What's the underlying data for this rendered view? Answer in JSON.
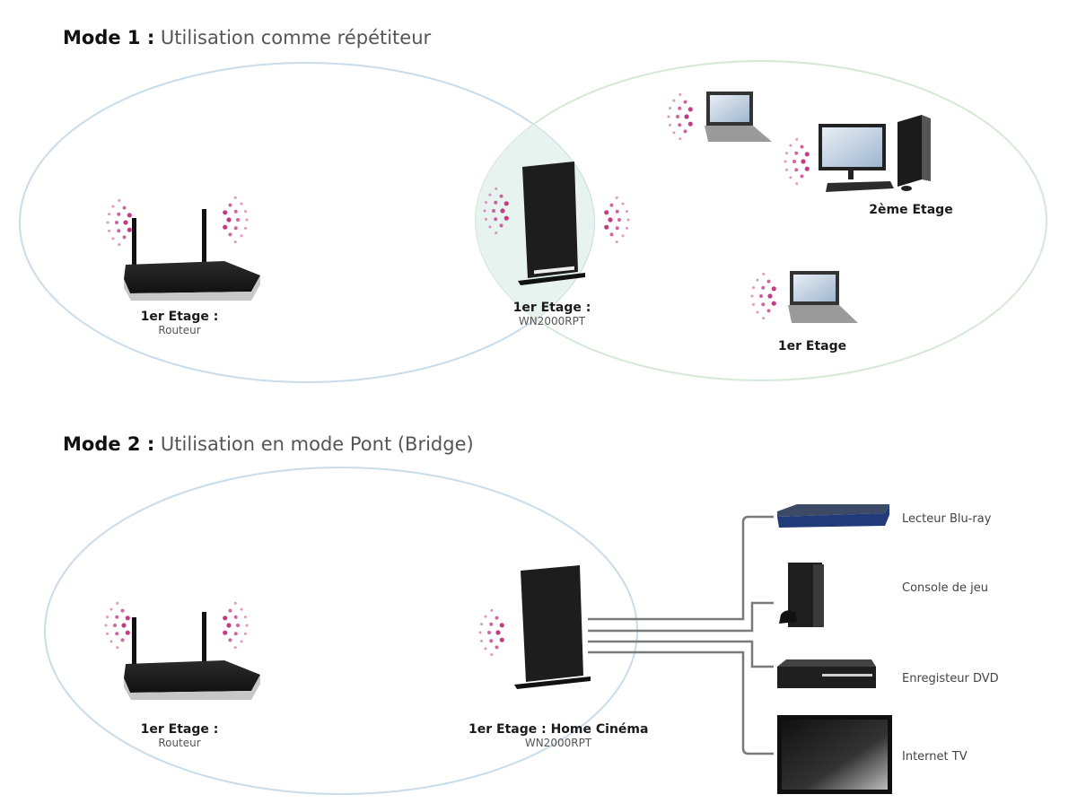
{
  "colors": {
    "ellipse_blue": "#c9dcea",
    "ellipse_green": "#d6e8d6",
    "overlap_fill": "#e6f3ef",
    "wifi_dots": "#c0307e",
    "cable": "#7a7a7a",
    "device_dark": "#1d1d1d",
    "router_base": "#c7c7c7"
  },
  "mode1": {
    "mode_label": "Mode 1 :",
    "description": "Utilisation comme répétiteur",
    "router": {
      "title": "1er Etage :",
      "subtitle": "Routeur",
      "icon": "router-icon"
    },
    "repeater": {
      "title": "1er Etage :",
      "subtitle": "WN2000RPT",
      "icon": "repeater-icon"
    },
    "floor2": {
      "title": "2ème Etage",
      "devices": [
        "laptop-icon",
        "desktop-computer-icon"
      ]
    },
    "floor1": {
      "title": "1er Etage",
      "devices": [
        "laptop-icon"
      ]
    }
  },
  "mode2": {
    "mode_label": "Mode 2 :",
    "description": "Utilisation en mode Pont (Bridge)",
    "router": {
      "title": "1er Etage :",
      "subtitle": "Routeur",
      "icon": "router-icon"
    },
    "bridge": {
      "title": "1er Etage : Home Cinéma",
      "subtitle": "WN2000RPT",
      "icon": "repeater-icon"
    },
    "devices": [
      {
        "label": "Lecteur Blu-ray",
        "icon": "bluray-player-icon"
      },
      {
        "label": "Console de jeu",
        "icon": "game-console-icon"
      },
      {
        "label": "Enregisteur DVD",
        "icon": "dvd-recorder-icon"
      },
      {
        "label": "Internet TV",
        "icon": "tv-icon"
      }
    ]
  }
}
